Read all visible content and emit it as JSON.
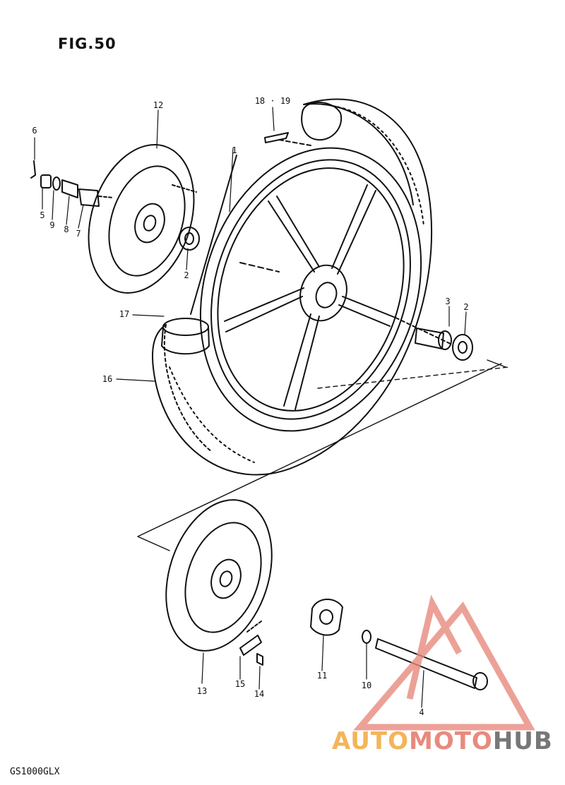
{
  "figure": {
    "title": "FIG.50",
    "model_code": "GS1000GLX"
  },
  "callouts": [
    {
      "id": "c6",
      "label": "6"
    },
    {
      "id": "c5",
      "label": "5"
    },
    {
      "id": "c9",
      "label": "9"
    },
    {
      "id": "c8",
      "label": "8"
    },
    {
      "id": "c7",
      "label": "7"
    },
    {
      "id": "c12",
      "label": "12"
    },
    {
      "id": "c2a",
      "label": "2"
    },
    {
      "id": "c1819",
      "label": "18 · 19"
    },
    {
      "id": "c1",
      "label": "1"
    },
    {
      "id": "c17",
      "label": "17"
    },
    {
      "id": "c16",
      "label": "16"
    },
    {
      "id": "c3",
      "label": "3"
    },
    {
      "id": "c2b",
      "label": "2"
    },
    {
      "id": "c13",
      "label": "13"
    },
    {
      "id": "c15",
      "label": "15"
    },
    {
      "id": "c14",
      "label": "14"
    },
    {
      "id": "c11",
      "label": "11"
    },
    {
      "id": "c10",
      "label": "10"
    },
    {
      "id": "c4",
      "label": "4"
    }
  ],
  "watermark": {
    "part1": "AUTO",
    "part2": "MOTO",
    "part3": "HUB",
    "colors": {
      "auto": "#f3b55a",
      "moto": "#e88a7e",
      "hub": "#777777",
      "triangle": "#e88a7e"
    }
  }
}
